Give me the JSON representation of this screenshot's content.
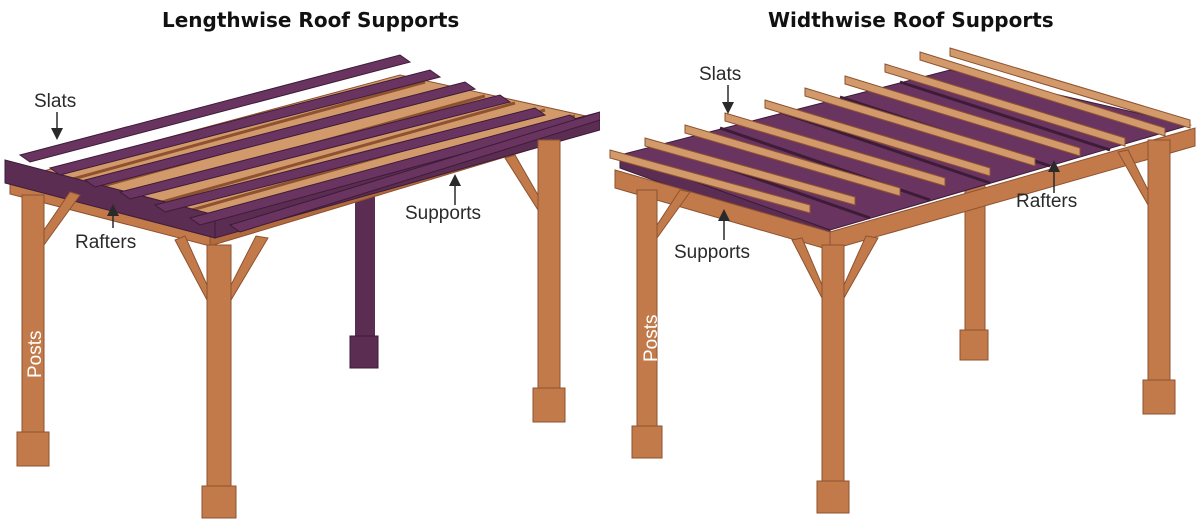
{
  "colors": {
    "left_wood": "#c27a4a",
    "left_wood_dark": "#8e5230",
    "left_slat": "#5c2d52",
    "left_slat_dark": "#3d1c38",
    "right_wood": "#5c2d52",
    "right_wood_dark": "#3d1c38",
    "right_slat": "#c27a4a",
    "right_slat_dark": "#8e5230",
    "label": "#2a2a2a"
  },
  "panels": [
    {
      "title": "Lengthwise Roof Supports",
      "labels": {
        "slats": "Slats",
        "rafters": "Rafters",
        "supports": "Supports",
        "posts": "Posts"
      }
    },
    {
      "title": "Widthwise Roof Supports",
      "labels": {
        "slats": "Slats",
        "rafters": "Rafters",
        "supports": "Supports",
        "posts": "Posts"
      }
    }
  ]
}
